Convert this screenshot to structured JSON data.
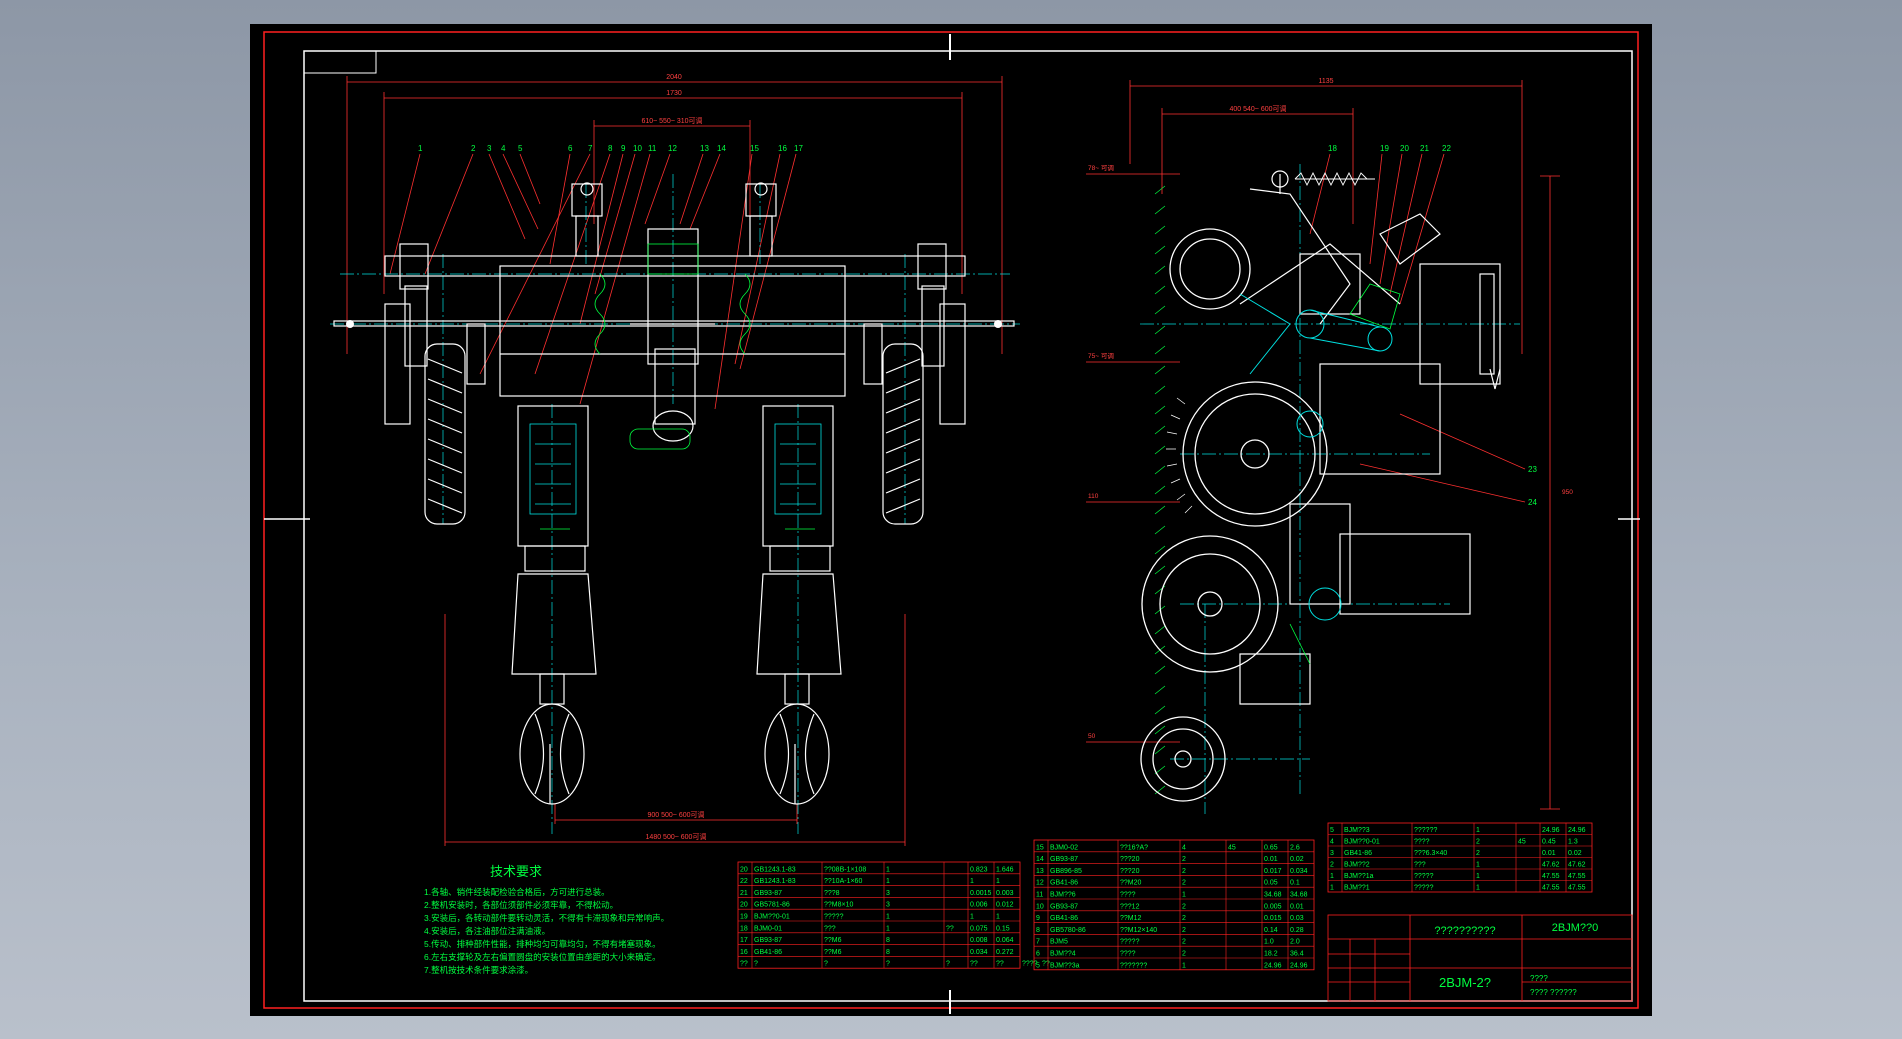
{
  "drawing": {
    "title": "2BJM-2?",
    "title_cell": "2BJM??0",
    "subtitle": "??????????",
    "stamp_lines": [
      "????",
      "????  ??????"
    ]
  },
  "front_view": {
    "overall_dim": "2040",
    "inner_dim": "1730",
    "center_dim": "610~ 550~ 310可调",
    "bottom_dim_1": "900 500~ 600可调",
    "bottom_dim_2": "1480 500~ 600可调"
  },
  "side_view": {
    "top_dim": "1135",
    "upper_dim": "400 540~ 600可调",
    "left_dims": [
      "78~ 可调",
      "75~ 可调",
      "110",
      "50"
    ],
    "right_dim": "950"
  },
  "balloons_front": [
    "1",
    "2",
    "3",
    "4",
    "5",
    "6",
    "7",
    "8",
    "9",
    "10",
    "11",
    "12",
    "13",
    "14",
    "15",
    "16",
    "17"
  ],
  "balloons_side": [
    "18",
    "19",
    "20",
    "21",
    "22",
    "23",
    "24"
  ],
  "tech_requirements": {
    "heading": "技术要求",
    "items": [
      "1.各轴、销件经装配检验合格后，方可进行总装。",
      "2.整机安装时，各部位须部件必须牢靠，不得松动。",
      "3.安装后，各转动部件要转动灵活，不得有卡滞现象和异常响声。",
      "4.安装后，各注油部位注满油液。",
      "5.传动、排种部件性能，排种均匀可靠均匀，不得有堵塞现象。",
      "6.左右支撑轮及左右偏置圆盘的安装位置由垄距的大小来确定。",
      "7.整机按技术条件要求涂漆。"
    ]
  },
  "bom_left": [
    [
      "20",
      "GB1243.1-83",
      "??08B-1×108",
      "1",
      "",
      "0.823",
      "1.646"
    ],
    [
      "22",
      "GB1243.1-83",
      "??10A-1×60",
      "1",
      "",
      "1",
      "1"
    ],
    [
      "21",
      "GB93-87",
      "???8",
      "3",
      "",
      "0.0015",
      "0.003"
    ],
    [
      "20",
      "GB5781-86",
      "??M8×10",
      "3",
      "",
      "0.006",
      "0.012"
    ],
    [
      "19",
      "BJM??0-01",
      "?????",
      "1",
      "",
      "1",
      "1"
    ],
    [
      "18",
      "BJM0-01",
      "???",
      "1",
      "??",
      "0.075",
      "0.15"
    ],
    [
      "17",
      "GB93-87",
      "??M6",
      "8",
      "",
      "0.008",
      "0.064"
    ],
    [
      "16",
      "GB41-86",
      "??M6",
      "8",
      "",
      "0.034",
      "0.272"
    ]
  ],
  "bom_left_footer": [
    "??",
    "?",
    "?",
    "?",
    "?",
    "??",
    "??",
    "????",
    "??"
  ],
  "bom_mid": [
    [
      "15",
      "BJM0-02",
      "??16?A?",
      "4",
      "45",
      "0.65",
      "2.6"
    ],
    [
      "14",
      "GB93-87",
      "???20",
      "2",
      "",
      "0.01",
      "0.02"
    ],
    [
      "13",
      "GB896-85",
      "???20",
      "2",
      "",
      "0.017",
      "0.034"
    ],
    [
      "12",
      "GB41-86",
      "??M20",
      "2",
      "",
      "0.05",
      "0.1"
    ],
    [
      "11",
      "BJM??6",
      "????",
      "1",
      "",
      "34.68",
      "34.68"
    ],
    [
      "10",
      "GB93-87",
      "???12",
      "2",
      "",
      "0.005",
      "0.01"
    ],
    [
      "9",
      "GB41-86",
      "??M12",
      "2",
      "",
      "0.015",
      "0.03"
    ],
    [
      "8",
      "GB5780-86",
      "??M12×140",
      "2",
      "",
      "0.14",
      "0.28"
    ],
    [
      "7",
      "BJM5",
      "?????",
      "2",
      "",
      "1.0",
      "2.0"
    ],
    [
      "6",
      "BJM??4",
      "????",
      "2",
      "",
      "18.2",
      "36.4"
    ],
    [
      "5",
      "BJM??3a",
      "???????",
      "1",
      "",
      "24.96",
      "24.96"
    ]
  ],
  "bom_right": [
    [
      "5",
      "BJM??3",
      "??????",
      "1",
      "",
      "24.96",
      "24.96"
    ],
    [
      "4",
      "BJM??0-01",
      "????",
      "2",
      "45",
      "0.45",
      "1.3"
    ],
    [
      "3",
      "GB41-86",
      "???6.3×40",
      "2",
      "",
      "0.01",
      "0.02"
    ],
    [
      "2",
      "BJM??2",
      "???",
      "1",
      "",
      "47.62",
      "47.62"
    ],
    [
      "1",
      "BJM??1a",
      "?????",
      "1",
      "",
      "47.55",
      "47.55"
    ],
    [
      "1",
      "BJM??1",
      "?????",
      "1",
      "",
      "47.55",
      "47.55"
    ]
  ],
  "colors": {
    "sheet": "#000000",
    "border": "#ff2020",
    "frame": "#ffffff",
    "dimension": "#ff3030",
    "centerline": "#00e0e0",
    "text": "#00ff40",
    "table_line": "#ff2020",
    "part": "#ffffff",
    "background": "#9aa4b2"
  }
}
